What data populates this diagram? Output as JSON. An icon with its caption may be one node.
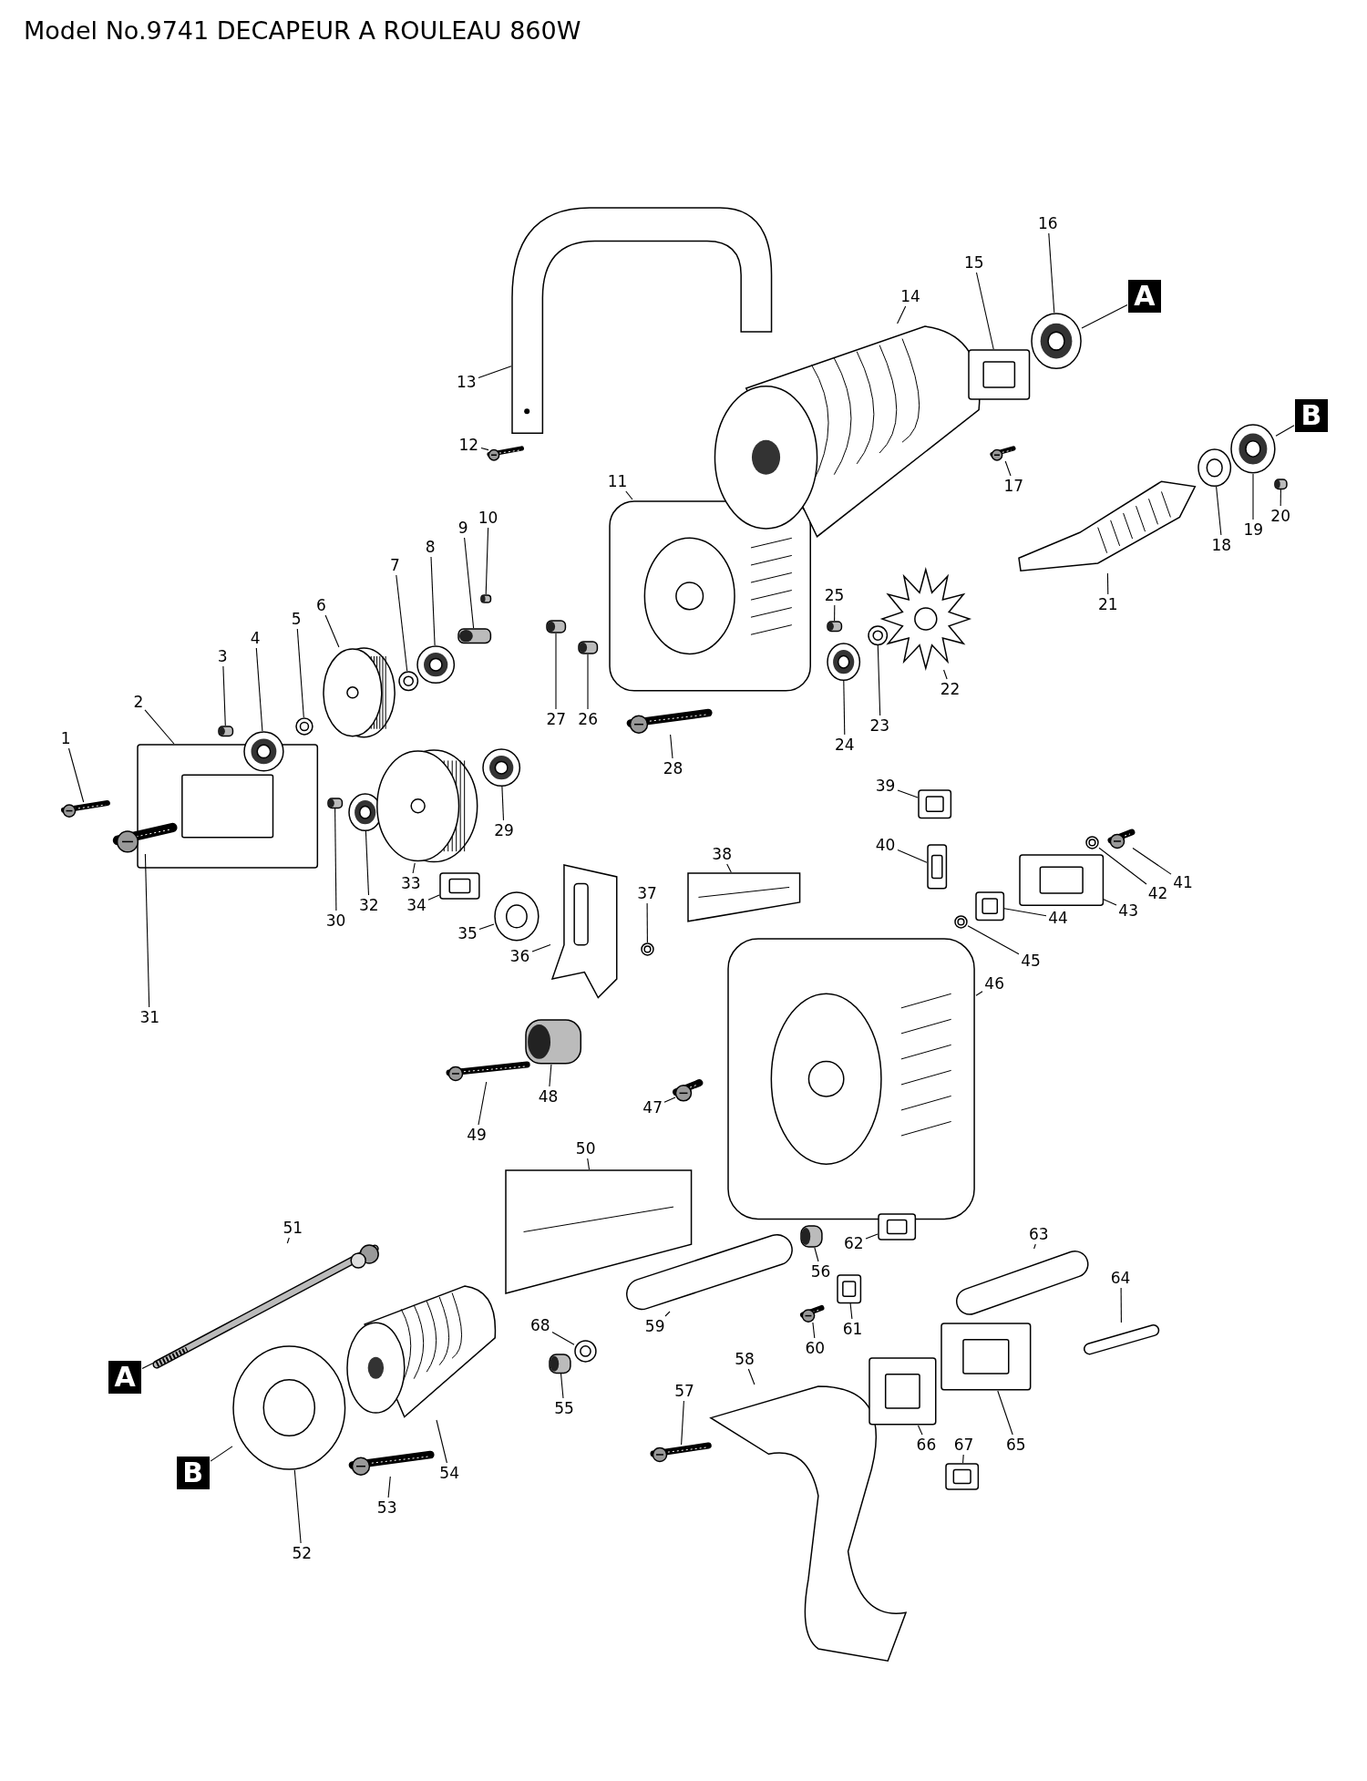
{
  "diagram": {
    "title": "Model No.9741 DECAPEUR A ROULEAU 860W",
    "nodes": [
      {
        "text": [
          "1"
        ]
      },
      {
        "text": [
          "2"
        ]
      },
      {
        "text": [
          "3"
        ]
      },
      {
        "text": [
          "4"
        ]
      },
      {
        "text": [
          "5"
        ]
      },
      {
        "text": [
          "6"
        ]
      },
      {
        "text": [
          "7"
        ]
      },
      {
        "text": [
          "8"
        ]
      },
      {
        "text": [
          "9"
        ]
      },
      {
        "text": [
          "10"
        ]
      },
      {
        "text": [
          "11"
        ]
      },
      {
        "text": [
          "12"
        ]
      },
      {
        "text": [
          "13"
        ]
      },
      {
        "text": [
          "14"
        ]
      },
      {
        "text": [
          "15"
        ]
      },
      {
        "text": [
          "16"
        ]
      },
      {
        "text": [
          "17"
        ]
      },
      {
        "text": [
          "18"
        ]
      },
      {
        "text": [
          "19"
        ]
      },
      {
        "text": [
          "20"
        ]
      },
      {
        "text": [
          "21"
        ]
      },
      {
        "text": [
          "22"
        ]
      },
      {
        "text": [
          "23"
        ]
      },
      {
        "text": [
          "24"
        ]
      },
      {
        "text": [
          "25"
        ]
      },
      {
        "text": [
          "26"
        ]
      },
      {
        "text": [
          "27"
        ]
      },
      {
        "text": [
          "28"
        ]
      },
      {
        "text": [
          "29"
        ]
      },
      {
        "text": [
          "30"
        ]
      },
      {
        "text": [
          "31"
        ]
      },
      {
        "text": [
          "32"
        ]
      },
      {
        "text": [
          "33"
        ]
      },
      {
        "text": [
          "34"
        ]
      },
      {
        "text": [
          "35"
        ]
      },
      {
        "text": [
          "36"
        ]
      },
      {
        "text": [
          "37"
        ]
      },
      {
        "text": [
          "38"
        ]
      },
      {
        "text": [
          "39"
        ]
      },
      {
        "text": [
          "40"
        ]
      },
      {
        "text": [
          "41"
        ]
      },
      {
        "text": [
          "42"
        ]
      },
      {
        "text": [
          "43"
        ]
      },
      {
        "text": [
          "44"
        ]
      },
      {
        "text": [
          "45"
        ]
      },
      {
        "text": [
          "46"
        ]
      },
      {
        "text": [
          "47"
        ]
      },
      {
        "text": [
          "48"
        ]
      },
      {
        "text": [
          "49"
        ]
      },
      {
        "text": [
          "50"
        ]
      },
      {
        "text": [
          "51"
        ]
      },
      {
        "text": [
          "52"
        ]
      },
      {
        "text": [
          "53"
        ]
      },
      {
        "text": [
          "54"
        ]
      },
      {
        "text": [
          "55"
        ]
      },
      {
        "text": [
          "56"
        ]
      },
      {
        "text": [
          "57"
        ]
      },
      {
        "text": [
          "58"
        ]
      },
      {
        "text": [
          "59"
        ]
      },
      {
        "text": [
          "60"
        ]
      },
      {
        "text": [
          "61"
        ]
      },
      {
        "text": [
          "62"
        ]
      },
      {
        "text": [
          "63"
        ]
      },
      {
        "text": [
          "64"
        ]
      },
      {
        "text": [
          "65"
        ]
      },
      {
        "text": [
          "66"
        ]
      },
      {
        "text": [
          "67"
        ]
      },
      {
        "text": [
          "68"
        ]
      },
      {
        "text": [],
        "shape": "picture"
      },
      {
        "text": [],
        "shape": "picture"
      },
      {
        "text": [],
        "shape": "picture"
      },
      {
        "text": [],
        "shape": "picture"
      },
      {
        "text": [],
        "shape": "picture"
      },
      {
        "text": [],
        "shape": "picture"
      },
      {
        "text": [],
        "shape": "picture"
      },
      {
        "text": [],
        "shape": "picture"
      },
      {
        "text": [],
        "shape": "picture"
      },
      {
        "text": [],
        "shape": "picture"
      },
      {
        "text": [],
        "shape": "picture"
      },
      {
        "text": [],
        "shape": "picture"
      },
      {
        "text": [],
        "shape": "picture"
      },
      {
        "text": [],
        "shape": "picture"
      },
      {
        "text": [],
        "shape": "picture"
      },
      {
        "text": [],
        "shape": "picture"
      },
      {
        "text": [],
        "shape": "picture"
      },
      {
        "text": [],
        "shape": "picture"
      },
      {
        "text": [],
        "shape": "picture"
      },
      {
        "text": [],
        "shape": "picture"
      },
      {
        "text": [],
        "shape": "picture"
      },
      {
        "text": [],
        "shape": "picture"
      },
      {
        "text": [],
        "shape": "picture"
      },
      {
        "text": [],
        "shape": "picture"
      },
      {
        "text": [],
        "shape": "picture"
      },
      {
        "text": [],
        "shape": "picture"
      },
      {
        "text": [],
        "shape": "picture"
      },
      {
        "text": [],
        "shape": "picture"
      },
      {
        "text": [],
        "shape": "picture"
      },
      {
        "text": [],
        "shape": "picture"
      },
      {
        "text": [],
        "shape": "picture"
      },
      {
        "text": [],
        "shape": "picture"
      },
      {
        "text": [],
        "shape": "picture"
      },
      {
        "text": [],
        "shape": "picture"
      },
      {
        "text": [],
        "shape": "picture"
      },
      {
        "text": [],
        "shape": "picture"
      },
      {
        "text": [],
        "shape": "picture"
      },
      {
        "text": [],
        "shape": "picture"
      },
      {
        "text": [],
        "shape": "picture"
      },
      {
        "text": [],
        "shape": "picture"
      },
      {
        "text": [],
        "shape": "picture"
      },
      {
        "text": [],
        "shape": "picture"
      },
      {
        "text": [],
        "shape": "picture"
      },
      {
        "text": [],
        "shape": "picture"
      },
      {
        "text": [],
        "shape": "picture"
      },
      {
        "text": [],
        "shape": "picture"
      },
      {
        "text": [],
        "shape": "picture"
      },
      {
        "text": [],
        "shape": "picture"
      },
      {
        "text": [],
        "shape": "picture"
      },
      {
        "text": [],
        "shape": "picture"
      },
      {
        "text": [],
        "shape": "picture"
      },
      {
        "text": [],
        "shape": "picture"
      },
      {
        "text": [],
        "shape": "picture"
      },
      {
        "text": [],
        "shape": "picture"
      },
      {
        "text": [],
        "shape": "picture"
      },
      {
        "text": [],
        "shape": "picture"
      },
      {
        "text": [],
        "shape": "picture"
      },
      {
        "text": [],
        "shape": "picture"
      },
      {
        "text": [],
        "shape": "picture"
      },
      {
        "text": [],
        "shape": "picture"
      },
      {
        "text": [],
        "shape": "picture"
      },
      {
        "text": [],
        "shape": "picture"
      },
      {
        "text": [],
        "shape": "picture"
      },
      {
        "text": [],
        "shape": "picture"
      },
      {
        "text": [],
        "shape": "picture"
      },
      {
        "text": [],
        "shape": "picture"
      },
      {
        "text": [],
        "shape": "picture"
      },
      {
        "text": [],
        "shape": "picture"
      },
      {
        "text": [
          "A"
        ]
      },
      {
        "text": [
          "B"
        ]
      },
      {
        "text": [
          "A"
        ]
      },
      {
        "text": [
          "B"
        ]
      }
    ],
    "edges": [
      {
        "from": 0,
        "to": 68,
        "arrow": "none"
      },
      {
        "from": 1,
        "to": 69,
        "arrow": "none"
      },
      {
        "from": 2,
        "to": 70,
        "arrow": "none"
      },
      {
        "from": 3,
        "to": 71,
        "arrow": "none"
      },
      {
        "from": 4,
        "to": 72,
        "arrow": "none"
      },
      {
        "from": 5,
        "to": 73,
        "arrow": "none"
      },
      {
        "from": 6,
        "to": 74,
        "arrow": "none"
      },
      {
        "from": 7,
        "to": 75,
        "arrow": "none"
      },
      {
        "from": 8,
        "to": 76,
        "arrow": "none"
      },
      {
        "from": 9,
        "to": 77,
        "arrow": "none"
      },
      {
        "from": 10,
        "to": 78,
        "arrow": "none"
      },
      {
        "from": 11,
        "to": 79,
        "arrow": "none"
      },
      {
        "from": 12,
        "to": 80,
        "arrow": "none"
      },
      {
        "from": 13,
        "to": 81,
        "arrow": "none"
      },
      {
        "from": 14,
        "to": 82,
        "arrow": "none"
      },
      {
        "from": 15,
        "to": 83,
        "arrow": "none"
      },
      {
        "from": 16,
        "to": 84,
        "arrow": "none"
      },
      {
        "from": 17,
        "to": 85,
        "arrow": "none"
      },
      {
        "from": 18,
        "to": 86,
        "arrow": "none"
      },
      {
        "from": 19,
        "to": 87,
        "arrow": "none"
      },
      {
        "from": 20,
        "to": 88,
        "arrow": "none"
      },
      {
        "from": 21,
        "to": 89,
        "arrow": "none"
      },
      {
        "from": 22,
        "to": 90,
        "arrow": "none"
      },
      {
        "from": 23,
        "to": 91,
        "arrow": "none"
      },
      {
        "from": 24,
        "to": 92,
        "arrow": "none"
      },
      {
        "from": 25,
        "to": 93,
        "arrow": "none"
      },
      {
        "from": 26,
        "to": 94,
        "arrow": "none"
      },
      {
        "from": 27,
        "to": 95,
        "arrow": "none"
      },
      {
        "from": 28,
        "to": 96,
        "arrow": "none"
      },
      {
        "from": 29,
        "to": 97,
        "arrow": "none"
      },
      {
        "from": 30,
        "to": 98,
        "arrow": "none"
      },
      {
        "from": 31,
        "to": 99,
        "arrow": "none"
      },
      {
        "from": 32,
        "to": 100,
        "arrow": "none"
      },
      {
        "from": 33,
        "to": 101,
        "arrow": "none"
      },
      {
        "from": 34,
        "to": 102,
        "arrow": "none"
      },
      {
        "from": 35,
        "to": 103,
        "arrow": "none"
      },
      {
        "from": 36,
        "to": 104,
        "arrow": "none"
      },
      {
        "from": 37,
        "to": 105,
        "arrow": "none"
      },
      {
        "from": 38,
        "to": 106,
        "arrow": "none"
      },
      {
        "from": 39,
        "to": 107,
        "arrow": "none"
      },
      {
        "from": 40,
        "to": 108,
        "arrow": "none"
      },
      {
        "from": 41,
        "to": 109,
        "arrow": "none"
      },
      {
        "from": 42,
        "to": 110,
        "arrow": "none"
      },
      {
        "from": 43,
        "to": 111,
        "arrow": "none"
      },
      {
        "from": 44,
        "to": 112,
        "arrow": "none"
      },
      {
        "from": 45,
        "to": 113,
        "arrow": "none"
      },
      {
        "from": 46,
        "to": 114,
        "arrow": "none"
      },
      {
        "from": 47,
        "to": 115,
        "arrow": "none"
      },
      {
        "from": 48,
        "to": 116,
        "arrow": "none"
      },
      {
        "from": 49,
        "to": 117,
        "arrow": "none"
      },
      {
        "from": 50,
        "to": 118,
        "arrow": "none"
      },
      {
        "from": 51,
        "to": 119,
        "arrow": "none"
      },
      {
        "from": 52,
        "to": 120,
        "arrow": "none"
      },
      {
        "from": 53,
        "to": 121,
        "arrow": "none"
      },
      {
        "from": 54,
        "to": 122,
        "arrow": "none"
      },
      {
        "from": 55,
        "to": 123,
        "arrow": "none"
      },
      {
        "from": 56,
        "to": 124,
        "arrow": "none"
      },
      {
        "from": 57,
        "to": 125,
        "arrow": "none"
      },
      {
        "from": 58,
        "to": 126,
        "arrow": "none"
      },
      {
        "from": 59,
        "to": 127,
        "arrow": "none"
      },
      {
        "from": 60,
        "to": 128,
        "arrow": "none"
      },
      {
        "from": 61,
        "to": 129,
        "arrow": "none"
      },
      {
        "from": 62,
        "to": 130,
        "arrow": "none"
      },
      {
        "from": 63,
        "to": 131,
        "arrow": "none"
      },
      {
        "from": 64,
        "to": 132,
        "arrow": "none"
      },
      {
        "from": 65,
        "to": 133,
        "arrow": "none"
      },
      {
        "from": 66,
        "to": 134,
        "arrow": "none"
      },
      {
        "from": 67,
        "to": 135,
        "arrow": "none"
      },
      {
        "from": 136,
        "to": 83,
        "arrow": "none"
      },
      {
        "from": 137,
        "to": 86,
        "arrow": "none"
      },
      {
        "from": 138,
        "to": 118,
        "arrow": "none"
      },
      {
        "from": 139,
        "to": 119,
        "arrow": "none"
      }
    ]
  }
}
